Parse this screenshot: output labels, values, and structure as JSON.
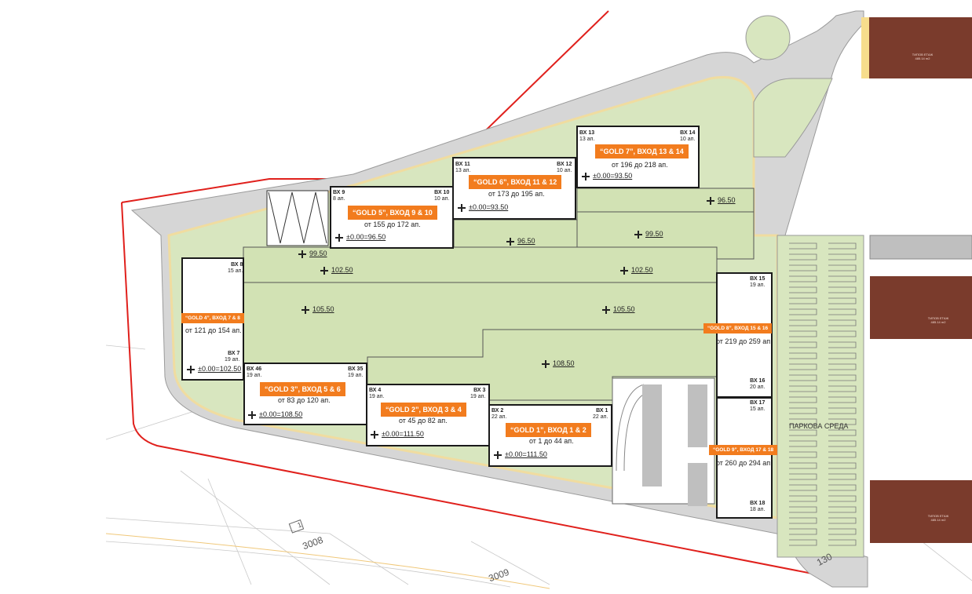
{
  "buildings": [
    {
      "id": "gold1",
      "tag": "“GOLD 1”, ВХОД 1 & 2",
      "range": "от 1 до 44 ап.",
      "level": "±0.00=111.50",
      "entries": [
        {
          "name": "ВХ 2",
          "count": "22 ап."
        },
        {
          "name": "ВХ 1",
          "count": "22 ап."
        }
      ]
    },
    {
      "id": "gold2",
      "tag": "“GOLD 2”, ВХОД 3 & 4",
      "range": "от 45 до 82 ап.",
      "level": "±0.00=111.50",
      "entries": [
        {
          "name": "ВХ 4",
          "count": "19 ап."
        },
        {
          "name": "ВХ 3",
          "count": "19 ап."
        }
      ]
    },
    {
      "id": "gold3",
      "tag": "“GOLD 3”, ВХОД 5 & 6",
      "range": "от 83 до 120 ап.",
      "level": "±0.00=108.50",
      "entries": [
        {
          "name": "ВХ 46",
          "count": "19 ап."
        },
        {
          "name": "ВХ 35",
          "count": "19 ап."
        }
      ]
    },
    {
      "id": "gold4",
      "tag": "“GOLD 4”, ВХОД 7 & 8",
      "range": "от 121 до 154 ап.",
      "level": "±0.00=102.50",
      "entries": [
        {
          "name": "ВХ 8",
          "count": "15 ап."
        },
        {
          "name": "ВХ 7",
          "count": "19 ап."
        }
      ]
    },
    {
      "id": "gold5",
      "tag": "“GOLD 5”, ВХОД 9 & 10",
      "range": "от 155 до 172 ап.",
      "level": "±0.00=96.50",
      "entries": [
        {
          "name": "ВХ 9",
          "count": "8 ап."
        },
        {
          "name": "ВХ 10",
          "count": "10 ап."
        }
      ]
    },
    {
      "id": "gold6",
      "tag": "“GOLD 6”, ВХОД 11 & 12",
      "range": "от 173 до 195 ап.",
      "level": "±0.00=93.50",
      "entries": [
        {
          "name": "ВХ 11",
          "count": "13 ап."
        },
        {
          "name": "ВХ 12",
          "count": "10 ап."
        }
      ]
    },
    {
      "id": "gold7",
      "tag": "“GOLD 7”, ВХОД 13 & 14",
      "range": "от 196 до 218 ап.",
      "level": "±0.00=93.50",
      "entries": [
        {
          "name": "ВХ 13",
          "count": "13 ап."
        },
        {
          "name": "ВХ 14",
          "count": "10 ап."
        }
      ]
    },
    {
      "id": "gold8",
      "tag": "“GOLD 8”, ВХОД 15 & 16",
      "range": "от 219 до 259 ап.",
      "entries": [
        {
          "name": "ВХ 15",
          "count": "19 ап."
        },
        {
          "name": "ВХ 16",
          "count": "20 ап."
        }
      ]
    },
    {
      "id": "gold9",
      "tag": "“GOLD 9”, ВХОД 17 & 18",
      "range": "от 260 до 294 ап.",
      "entries": [
        {
          "name": "ВХ 17",
          "count": "15 ап."
        },
        {
          "name": "ВХ 18",
          "count": "18 ап."
        }
      ]
    }
  ],
  "levels": [
    "96.50",
    "99.50",
    "96.50",
    "99.50",
    "102.50",
    "102.50",
    "105.50",
    "105.50",
    "108.50"
  ],
  "park_label": "ПАРКОВА СРЕДА",
  "road_numbers": [
    "3008",
    "3009",
    "130",
    "1"
  ],
  "neighbors": [
    {
      "label": "ТИПОВ ЕТАЖ",
      "area": "485.14 m2"
    },
    {
      "label": "ТИПОВ ЕТАЖ",
      "area": "485.14 m2"
    },
    {
      "label": "ТИПОВ ЕТАЖ",
      "area": "485.14 m2"
    }
  ],
  "colors": {
    "tag": "#f27c1e",
    "green": "#d8e6bf",
    "road": "#d6d6d6",
    "boundary": "#e0201c",
    "neighbor": "#7a3b2c"
  }
}
